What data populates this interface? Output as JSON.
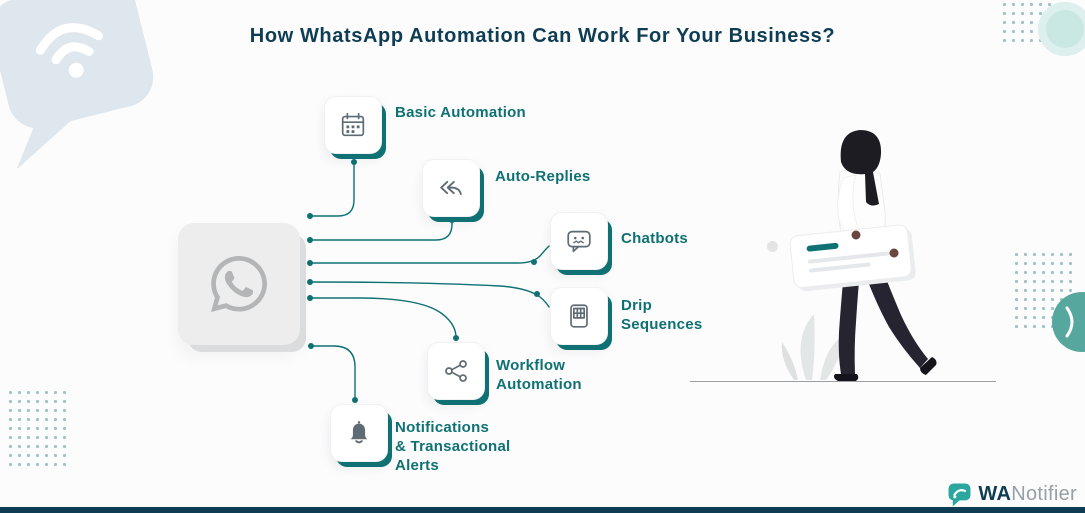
{
  "title": "How WhatsApp Automation Can Work For Your Business?",
  "center_node": {
    "icon": "whatsapp-icon"
  },
  "features": [
    {
      "label": "Basic Automation",
      "icon": "calendar-automation-icon"
    },
    {
      "label": "Auto-Replies",
      "icon": "reply-arrows-icon"
    },
    {
      "label": "Chatbots",
      "icon": "chatbot-bubble-icon"
    },
    {
      "label": "Drip\nSequences",
      "icon": "grid-card-icon"
    },
    {
      "label": "Workflow\nAutomation",
      "icon": "workflow-nodes-icon"
    },
    {
      "label": "Notifications\n& Transactional\nAlerts",
      "icon": "bell-icon"
    }
  ],
  "logo": {
    "brand_primary": "WA",
    "brand_secondary": "Notifier",
    "icon": "chat-bubble-logo-icon"
  },
  "colors": {
    "accent_teal": "#0F7173",
    "heading_navy": "#0E3D54",
    "logo_teal": "#2BA7A0",
    "icon_gray": "#5E6B74"
  }
}
